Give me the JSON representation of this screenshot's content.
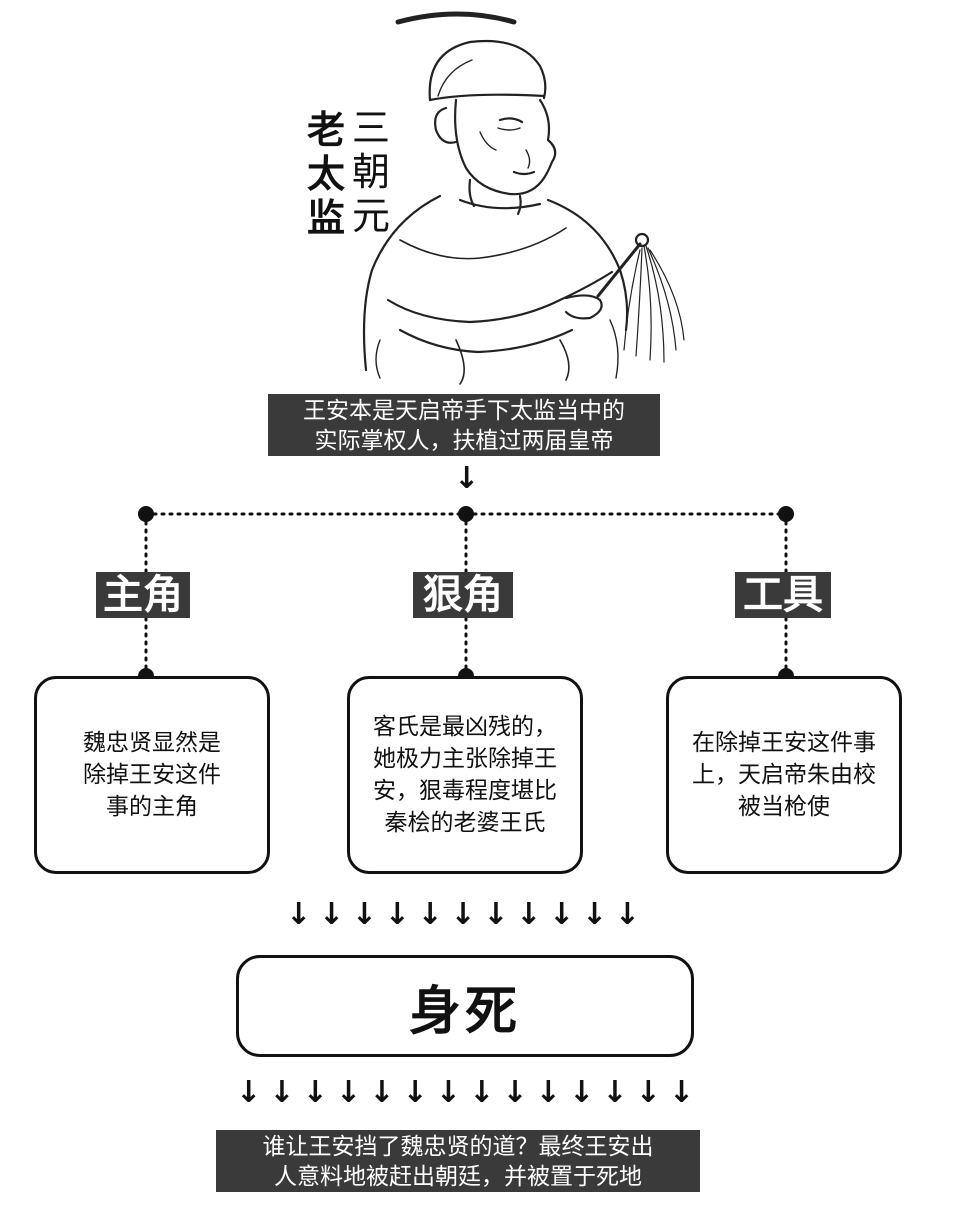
{
  "title": {
    "column_right": "三朝元",
    "column_left": "老太监"
  },
  "intro": {
    "line1": "王安本是天启帝手下太监当中的",
    "line2": "实际掌权人，扶植过两届皇帝"
  },
  "arrow_glyph": "↓",
  "roles": [
    {
      "label": "主角",
      "lines": [
        "魏忠贤显然是",
        "除掉王安这件",
        "事的主角"
      ]
    },
    {
      "label": "狠角",
      "lines": [
        "客氏是最凶残的，",
        "她极力主张除掉王",
        "安，狠毒程度堪比",
        "秦桧的老婆王氏"
      ]
    },
    {
      "label": "工具",
      "lines": [
        "在除掉王安这件事",
        "上，天启帝朱由校",
        "被当枪使"
      ]
    }
  ],
  "result": {
    "label": "身死"
  },
  "conclusion": {
    "line1": "谁让王安挡了魏忠贤的道？最终王安出",
    "line2": "人意料地被赶出朝廷，并被置于死地"
  },
  "arrow_counts": {
    "top_row": 11,
    "bottom_row": 14
  },
  "colors": {
    "banner_bg": "#3a3a3a",
    "ink": "#111111",
    "paper": "#ffffff"
  },
  "illustration": "portrait-of-eunuch-holding-whisk"
}
